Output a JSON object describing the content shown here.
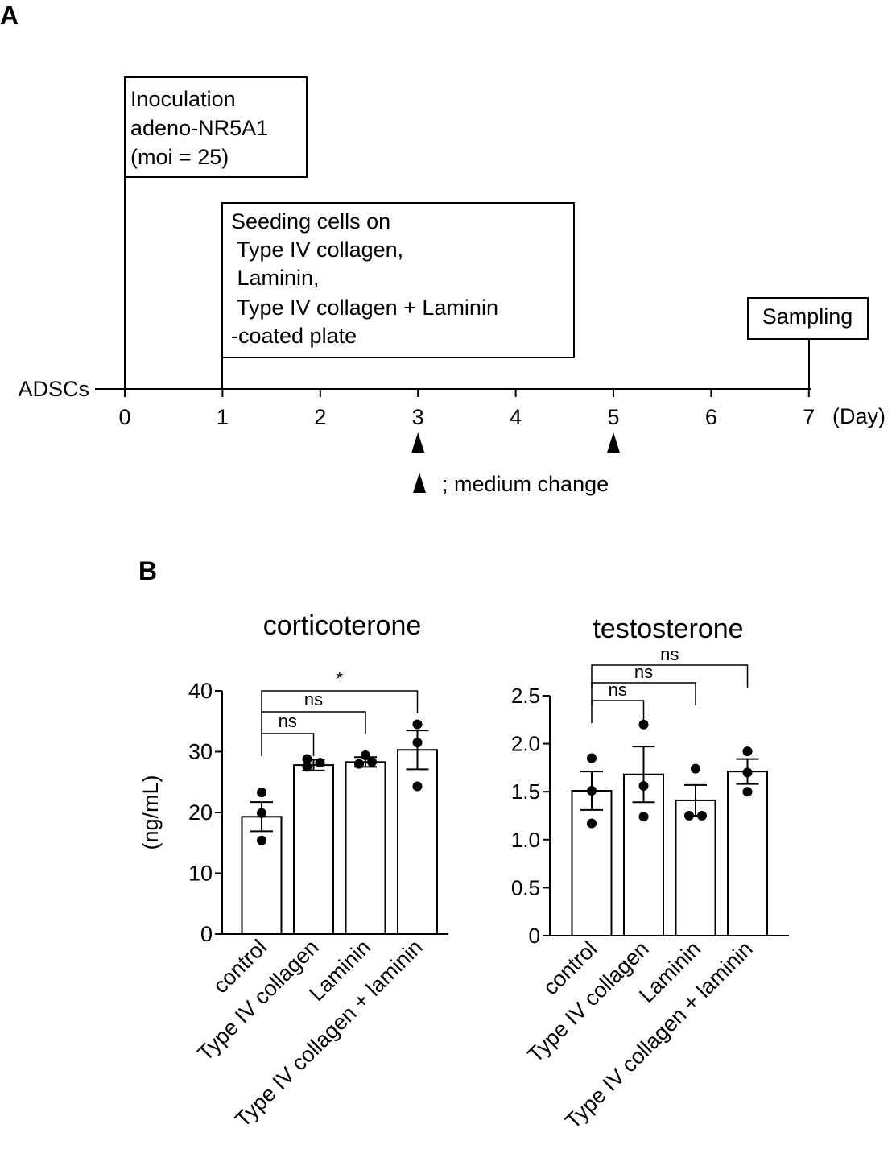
{
  "panel_a": {
    "label": "A",
    "axis_label": "ADSCs",
    "unit_label": "(Day)",
    "days": [
      "0",
      "1",
      "2",
      "3",
      "4",
      "5",
      "6",
      "7"
    ],
    "medium_change_days": [
      3,
      5
    ],
    "legend_text": "; medium change",
    "box_inoculation": {
      "lines": [
        "Inoculation",
        "adeno-NR5A1",
        "(moi = 25)"
      ]
    },
    "box_seeding": {
      "lines": [
        "Seeding cells on",
        " Type IV collagen,",
        " Laminin,",
        " Type IV collagen + Laminin",
        "-coated plate"
      ]
    },
    "box_sampling": {
      "lines": [
        "Sampling"
      ]
    }
  },
  "panel_b": {
    "label": "B"
  },
  "chart_data": [
    {
      "type": "bar",
      "title": "corticoterone",
      "ylabel": "(ng/mL)",
      "ylim": [
        0,
        40
      ],
      "yticks": [
        "0",
        "10",
        "20",
        "30",
        "40"
      ],
      "categories": [
        "control",
        "Type IV collagen",
        "Laminin",
        "Type IV collagen + laminin"
      ],
      "values": [
        19.3,
        27.8,
        28.3,
        30.3
      ],
      "sem": [
        2.4,
        0.9,
        0.8,
        3.2
      ],
      "points": [
        [
          23.3,
          19.9,
          15.4
        ],
        [
          28.8,
          27.5,
          28.2
        ],
        [
          29.4,
          28.0,
          28.3
        ],
        [
          34.5,
          31.5,
          24.3
        ]
      ],
      "comparisons": [
        {
          "from": 0,
          "to": 1,
          "label": "ns"
        },
        {
          "from": 0,
          "to": 2,
          "label": "ns"
        },
        {
          "from": 0,
          "to": 3,
          "label": "*"
        }
      ]
    },
    {
      "type": "bar",
      "title": "testosterone",
      "ylabel": "",
      "ylim": [
        0,
        2.5
      ],
      "yticks": [
        "0",
        "0.5",
        "1.0",
        "1.5",
        "2.0",
        "2.5"
      ],
      "categories": [
        "control",
        "Type IV collagen",
        "Laminin",
        "Type IV collagen + laminin"
      ],
      "values": [
        1.51,
        1.68,
        1.41,
        1.71
      ],
      "sem": [
        0.2,
        0.29,
        0.16,
        0.13
      ],
      "points": [
        [
          1.85,
          1.51,
          1.17
        ],
        [
          2.2,
          1.56,
          1.24
        ],
        [
          1.74,
          1.25,
          1.25
        ],
        [
          1.92,
          1.7,
          1.5
        ]
      ],
      "comparisons": [
        {
          "from": 0,
          "to": 1,
          "label": "ns"
        },
        {
          "from": 0,
          "to": 2,
          "label": "ns"
        },
        {
          "from": 0,
          "to": 3,
          "label": "ns"
        }
      ]
    }
  ]
}
